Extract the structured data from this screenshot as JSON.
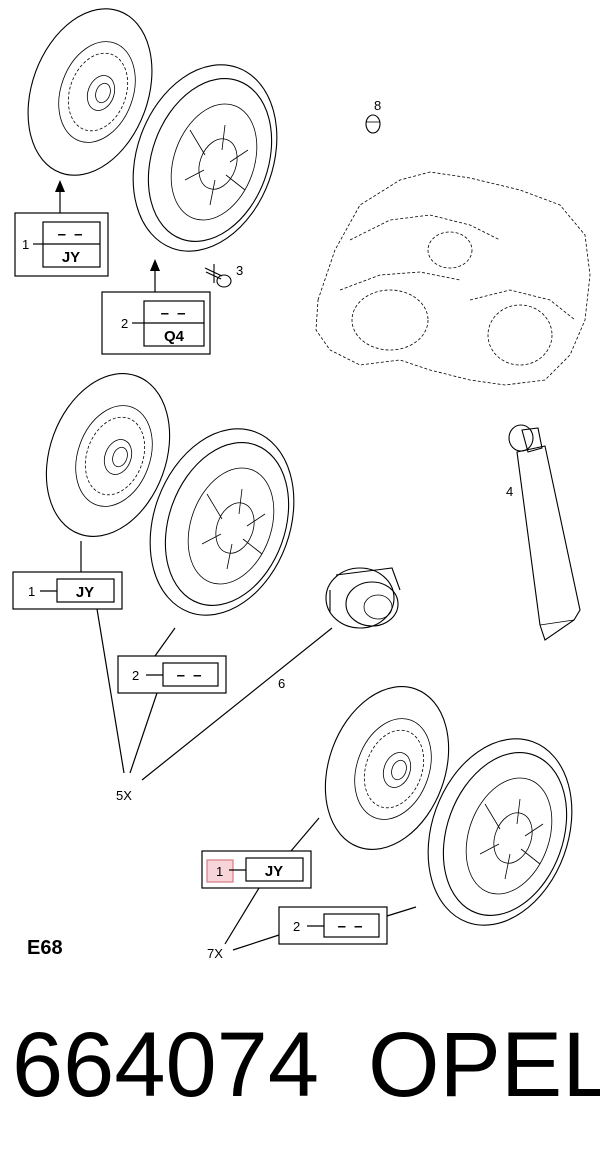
{
  "section_code": "E68",
  "part_number": "664074",
  "brand": "OPEL",
  "callouts": {
    "top_disc": {
      "ref": "1",
      "upper": "– –",
      "lower": "JY"
    },
    "top_plate": {
      "ref": "2",
      "upper": "– –",
      "lower": "Q4"
    },
    "bolt": {
      "ref": "3"
    },
    "grease_tube": {
      "ref": "4"
    },
    "mid_disc": {
      "ref": "1",
      "code": "JY"
    },
    "mid_plate": {
      "ref": "2",
      "code": "– –"
    },
    "bearing": {
      "ref": "6"
    },
    "kit_mid": {
      "ref": "5X"
    },
    "bushing": {
      "ref": "8"
    },
    "low_disc": {
      "ref": "1",
      "code": "JY"
    },
    "low_plate": {
      "ref": "2",
      "code": "– –"
    },
    "kit_low": {
      "ref": "7X"
    }
  },
  "colors": {
    "highlight_fill": "#f6d4d8",
    "highlight_stroke": "#d77a86"
  }
}
